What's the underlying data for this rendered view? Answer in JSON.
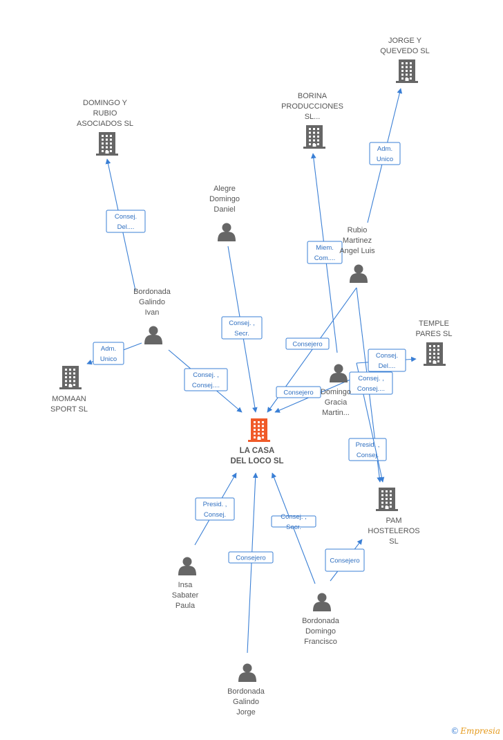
{
  "colors": {
    "edge": "#3a7fd5",
    "icon": "#666666",
    "main_company": "#f05a28",
    "text": "#555555"
  },
  "nodes": [
    {
      "id": "main",
      "type": "company",
      "main": true,
      "lines": [
        "LA CASA",
        "DEL LOCO SL"
      ]
    },
    {
      "id": "domingo_rubio",
      "type": "company",
      "lines": [
        "DOMINGO Y",
        "RUBIO",
        "ASOCIADOS SL"
      ]
    },
    {
      "id": "borina",
      "type": "company",
      "lines": [
        "BORINA",
        "PRODUCCIONES",
        "SL..."
      ]
    },
    {
      "id": "jorge_quevedo",
      "type": "company",
      "lines": [
        "JORGE Y",
        "QUEVEDO SL"
      ]
    },
    {
      "id": "temple",
      "type": "company",
      "lines": [
        "TEMPLE",
        "PARES SL"
      ]
    },
    {
      "id": "momaan",
      "type": "company",
      "lines": [
        "MOMAAN",
        "SPORT SL"
      ]
    },
    {
      "id": "pam",
      "type": "company",
      "lines": [
        "PAM",
        "HOSTELEROS",
        "SL"
      ]
    },
    {
      "id": "alegre",
      "type": "person",
      "lines": [
        "Alegre",
        "Domingo",
        "Daniel"
      ]
    },
    {
      "id": "rubio",
      "type": "person",
      "lines": [
        "Rubio",
        "Martinez",
        "Angel Luis"
      ]
    },
    {
      "id": "ivan",
      "type": "person",
      "lines": [
        "Bordonada",
        "Galindo",
        "Ivan"
      ]
    },
    {
      "id": "gracia",
      "type": "person",
      "lines": [
        "Domingo",
        "Gracia",
        "Martin..."
      ]
    },
    {
      "id": "paula",
      "type": "person",
      "lines": [
        "Insa",
        "Sabater",
        "Paula"
      ]
    },
    {
      "id": "francisco",
      "type": "person",
      "lines": [
        "Bordonada",
        "Domingo",
        "Francisco"
      ]
    },
    {
      "id": "jorge",
      "type": "person",
      "lines": [
        "Bordonada",
        "Galindo",
        "Jorge"
      ]
    }
  ],
  "edges": [
    {
      "label": [
        "Consej.",
        "Del...."
      ]
    },
    {
      "label": [
        "Adm.",
        "Unico"
      ]
    },
    {
      "label": [
        "Consej. ,",
        "Consej...."
      ]
    },
    {
      "label": [
        "Consej. ,",
        "Secr."
      ]
    },
    {
      "label": [
        "Miem.",
        "Com...."
      ]
    },
    {
      "label": [
        "Adm.",
        "Unico"
      ]
    },
    {
      "label": [
        "Consejero"
      ]
    },
    {
      "label": [
        "Presid. ,",
        "Consej."
      ]
    },
    {
      "label": [
        "Consejero"
      ]
    },
    {
      "label": [
        "Consej.",
        "Del...."
      ]
    },
    {
      "label": [
        "Consej. ,",
        "Consej...."
      ]
    },
    {
      "label": [
        "Presid. ,",
        "Consej."
      ]
    },
    {
      "label": [
        "Consejero"
      ]
    },
    {
      "label": [
        "Consej. ,",
        "Secr."
      ]
    },
    {
      "label": [
        "Consejero"
      ]
    }
  ],
  "brand": {
    "copyright": "©",
    "name": "Empresia"
  }
}
